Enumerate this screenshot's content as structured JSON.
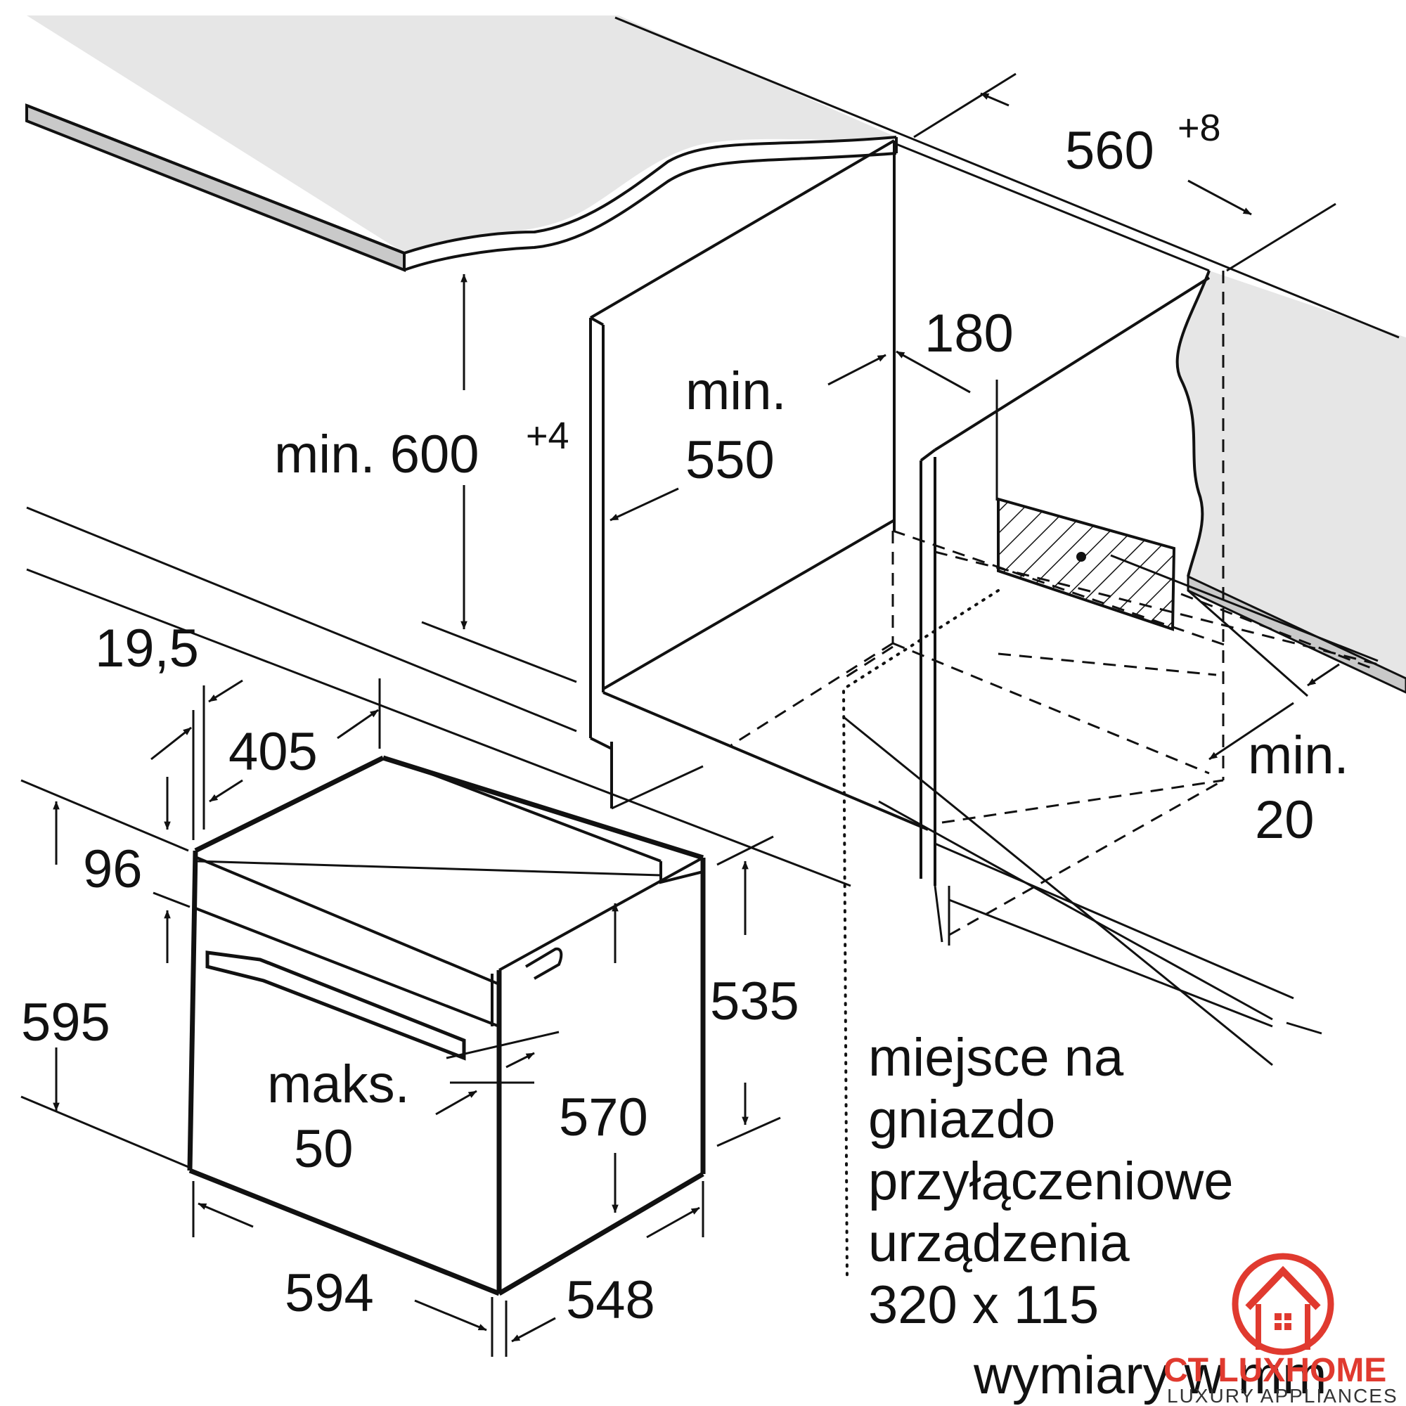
{
  "labels": {
    "width_560": "560",
    "width_560_tol": "+8",
    "height_600_prefix": "min. 600",
    "height_600_tol": "+4",
    "min_550_line1": "min.",
    "min_550_line2": "550",
    "depth_180": "180",
    "dim_19_5": "19,5",
    "dim_405": "405",
    "dim_96": "96",
    "dim_595": "595",
    "dim_535": "535",
    "dim_570": "570",
    "max_50_line1": "maks.",
    "max_50_line2": "50",
    "dim_594": "594",
    "dim_548": "548",
    "min_20_line1": "min.",
    "min_20_line2": "20"
  },
  "note": {
    "line1": "miejsce na",
    "line2": "gniazdo",
    "line3": "przyłączeniowe",
    "line4": "urządzenia",
    "line5": "320 x 115",
    "line6": "wymiary w mm"
  },
  "logo": {
    "brand": "CT LUXHOME",
    "tagline": "LUXURY APPLIANCES",
    "color": "#e03a2f"
  }
}
